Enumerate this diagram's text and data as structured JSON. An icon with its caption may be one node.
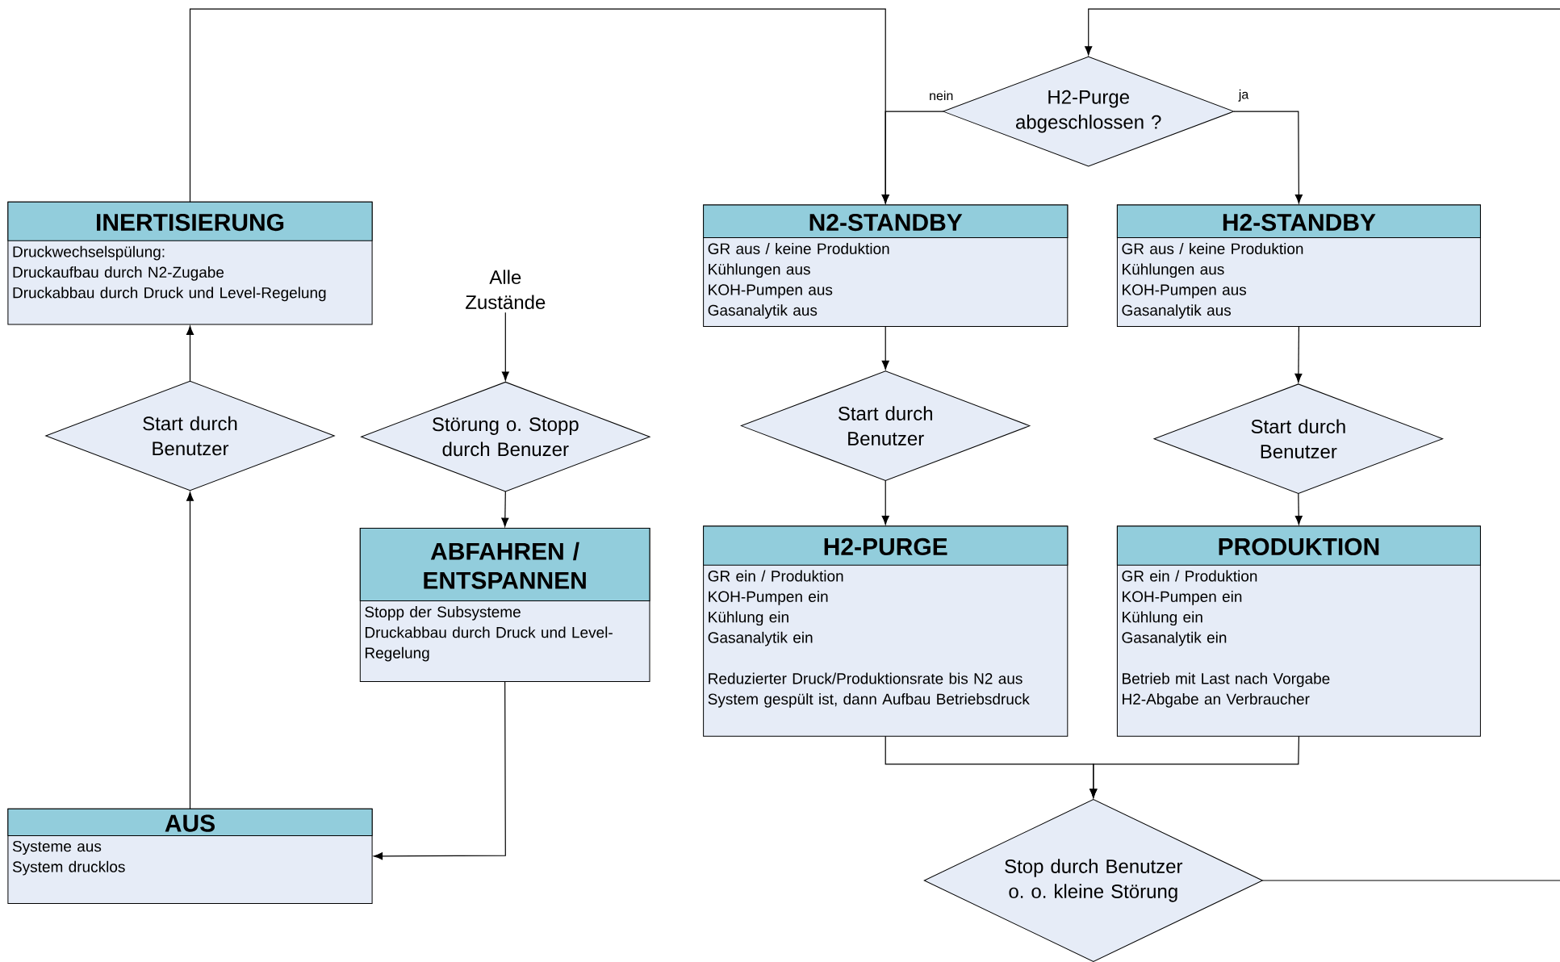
{
  "diagram": {
    "nodes": [
      {
        "text": [
          "H2-Purge abgeschlossen ?"
        ]
      },
      {
        "text": [
          "INERTISIERUNG",
          "Druckwechselspülung:",
          "Druckaufbau durch N2-Zugabe",
          "Druckabbau durch Druck und Level-Regelung"
        ]
      },
      {
        "text": [
          "N2-STANDBY",
          "GR aus / keine Produktion",
          "Kühlungen aus",
          "KOH-Pumpen aus",
          "Gasanalytik aus"
        ]
      },
      {
        "text": [
          "H2-STANDBY",
          "GR aus / keine Produktion",
          "Kühlungen aus",
          "KOH-Pumpen aus",
          "Gasanalytik aus"
        ]
      },
      {
        "text": [
          "Alle Zustände"
        ]
      },
      {
        "text": [
          "Start durch Benutzer"
        ]
      },
      {
        "text": [
          "Störung o. Stopp durch Benuzer"
        ]
      },
      {
        "text": [
          "Start durch Benutzer"
        ]
      },
      {
        "text": [
          "Start durch Benutzer"
        ]
      },
      {
        "text": [
          "ABFAHREN / ENTSPANNEN",
          "Stopp der Subsysteme",
          "Druckabbau durch Druck und Level-Regelung"
        ]
      },
      {
        "text": [
          "H2-PURGE",
          "GR ein / Produktion",
          "KOH-Pumpen ein",
          "Kühlung ein",
          "Gasanalytik ein",
          "Reduzierter Druck/Produktionsrate bis N2 aus System gespült ist, dann Aufbau Betriebsdruck"
        ]
      },
      {
        "text": [
          "PRODUKTION",
          "GR ein / Produktion",
          "KOH-Pumpen ein",
          "Kühlung ein",
          "Gasanalytik ein",
          "Betrieb mit Last nach Vorgabe",
          "H2-Abgabe an Verbraucher"
        ]
      },
      {
        "text": [
          "AUS",
          "Systeme aus",
          "System drucklos"
        ]
      },
      {
        "text": [
          "Stop durch Benutzer o. o. kleine Störung"
        ]
      }
    ],
    "edges": [
      {
        "from": 1,
        "to": 2,
        "arrow": "to"
      },
      {
        "from": 0,
        "to": 2,
        "arrow": "to",
        "label": "nein"
      },
      {
        "from": 0,
        "to": 3,
        "arrow": "to",
        "label": "ja"
      },
      {
        "from": 4,
        "to": 6,
        "arrow": "to"
      },
      {
        "from": 2,
        "to": 7,
        "arrow": "to"
      },
      {
        "from": 3,
        "to": 8,
        "arrow": "to"
      },
      {
        "from": 5,
        "to": 1,
        "arrow": "to"
      },
      {
        "from": 6,
        "to": 9,
        "arrow": "to"
      },
      {
        "from": 7,
        "to": 10,
        "arrow": "to"
      },
      {
        "from": 8,
        "to": 11,
        "arrow": "to"
      },
      {
        "from": 12,
        "to": 5,
        "arrow": "to"
      },
      {
        "from": 9,
        "to": 12,
        "arrow": "to"
      },
      {
        "from": 10,
        "to": 13,
        "arrow": "to"
      },
      {
        "from": 11,
        "to": 13,
        "arrow": "to"
      },
      {
        "from": 13,
        "to": null,
        "arrow": "none"
      },
      {
        "from": null,
        "to": 0,
        "arrow": "to"
      }
    ]
  }
}
